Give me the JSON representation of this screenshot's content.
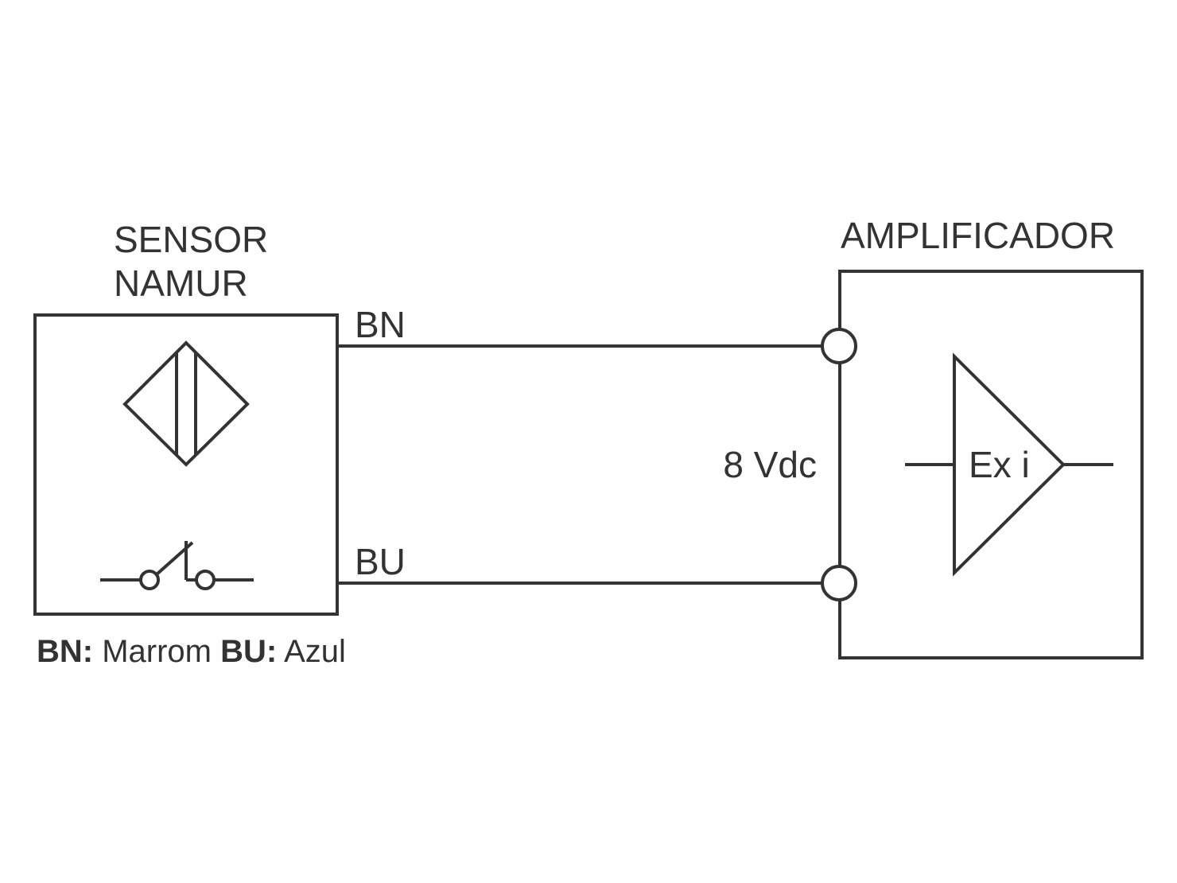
{
  "sensor": {
    "title_line1": "SENSOR",
    "title_line2": "NAMUR",
    "icons": [
      "inductive-sensor-icon",
      "switch-contact-icon"
    ]
  },
  "amplifier": {
    "title": "AMPLIFICADOR",
    "symbol_label": "Ex i",
    "icons": [
      "amplifier-triangle-icon"
    ]
  },
  "wires": {
    "top_label": "BN",
    "bottom_label": "BU",
    "voltage_label": "8 Vdc"
  },
  "legend": {
    "bn_key": "BN:",
    "bn_value": " Marrom ",
    "bu_key": "BU:",
    "bu_value": " Azul"
  },
  "colors": {
    "stroke": "#333333",
    "background": "#ffffff"
  }
}
